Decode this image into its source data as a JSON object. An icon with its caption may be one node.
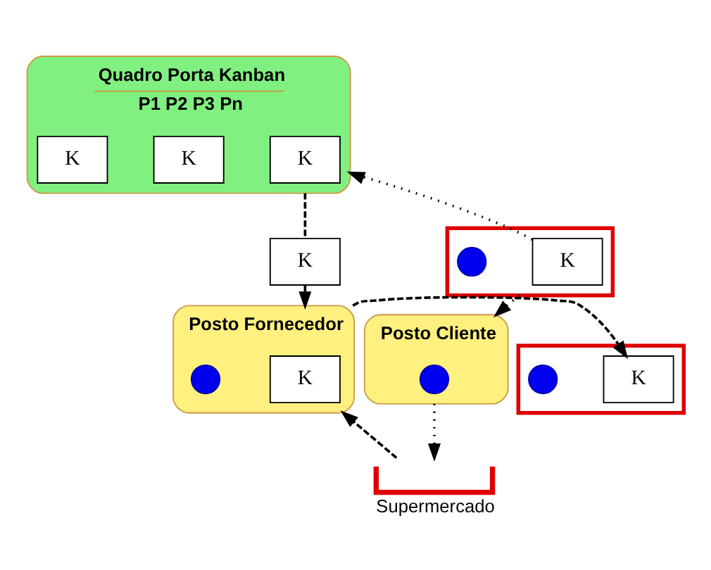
{
  "diagram": {
    "nodes": [
      {
        "text": [
          "Quadro Porta Kanban",
          "P1 P2 P3 Pn"
        ]
      },
      {
        "text": [
          "K"
        ],
        "in": 0
      },
      {
        "text": [
          "K"
        ],
        "in": 0
      },
      {
        "text": [
          "K"
        ],
        "in": 0
      },
      {
        "text": [
          "K"
        ]
      },
      {
        "text": [
          "Posto Fornecedor"
        ]
      },
      {
        "text": [
          "K"
        ],
        "in": 5
      },
      {
        "text": [],
        "shape": "circle",
        "in": 5
      },
      {
        "text": [],
        "shape": "bin"
      },
      {
        "text": [
          "K"
        ],
        "in": 8
      },
      {
        "text": [],
        "shape": "circle",
        "in": 8
      },
      {
        "text": [],
        "shape": "bin"
      },
      {
        "text": [
          "K"
        ],
        "in": 11
      },
      {
        "text": [],
        "shape": "circle",
        "in": 11
      },
      {
        "text": [
          "Posto Cliente"
        ]
      },
      {
        "text": [],
        "shape": "circle",
        "in": 14
      },
      {
        "text": [
          "Supermercado"
        ]
      }
    ],
    "edges": [
      {
        "from": 0,
        "to": 4,
        "arrow": "none",
        "style": "dashed"
      },
      {
        "from": 4,
        "to": 5,
        "arrow": "to",
        "style": "dashed"
      },
      {
        "from": 9,
        "to": 0,
        "arrow": "to"
      },
      {
        "from": 8,
        "to": 14,
        "arrow": "to"
      },
      {
        "from": 5,
        "to": 12,
        "arrow": "to",
        "style": "dashed"
      },
      {
        "from": 14,
        "to": 16,
        "arrow": "to"
      },
      {
        "from": 16,
        "to": 5,
        "arrow": "to",
        "style": "dashed"
      }
    ]
  }
}
